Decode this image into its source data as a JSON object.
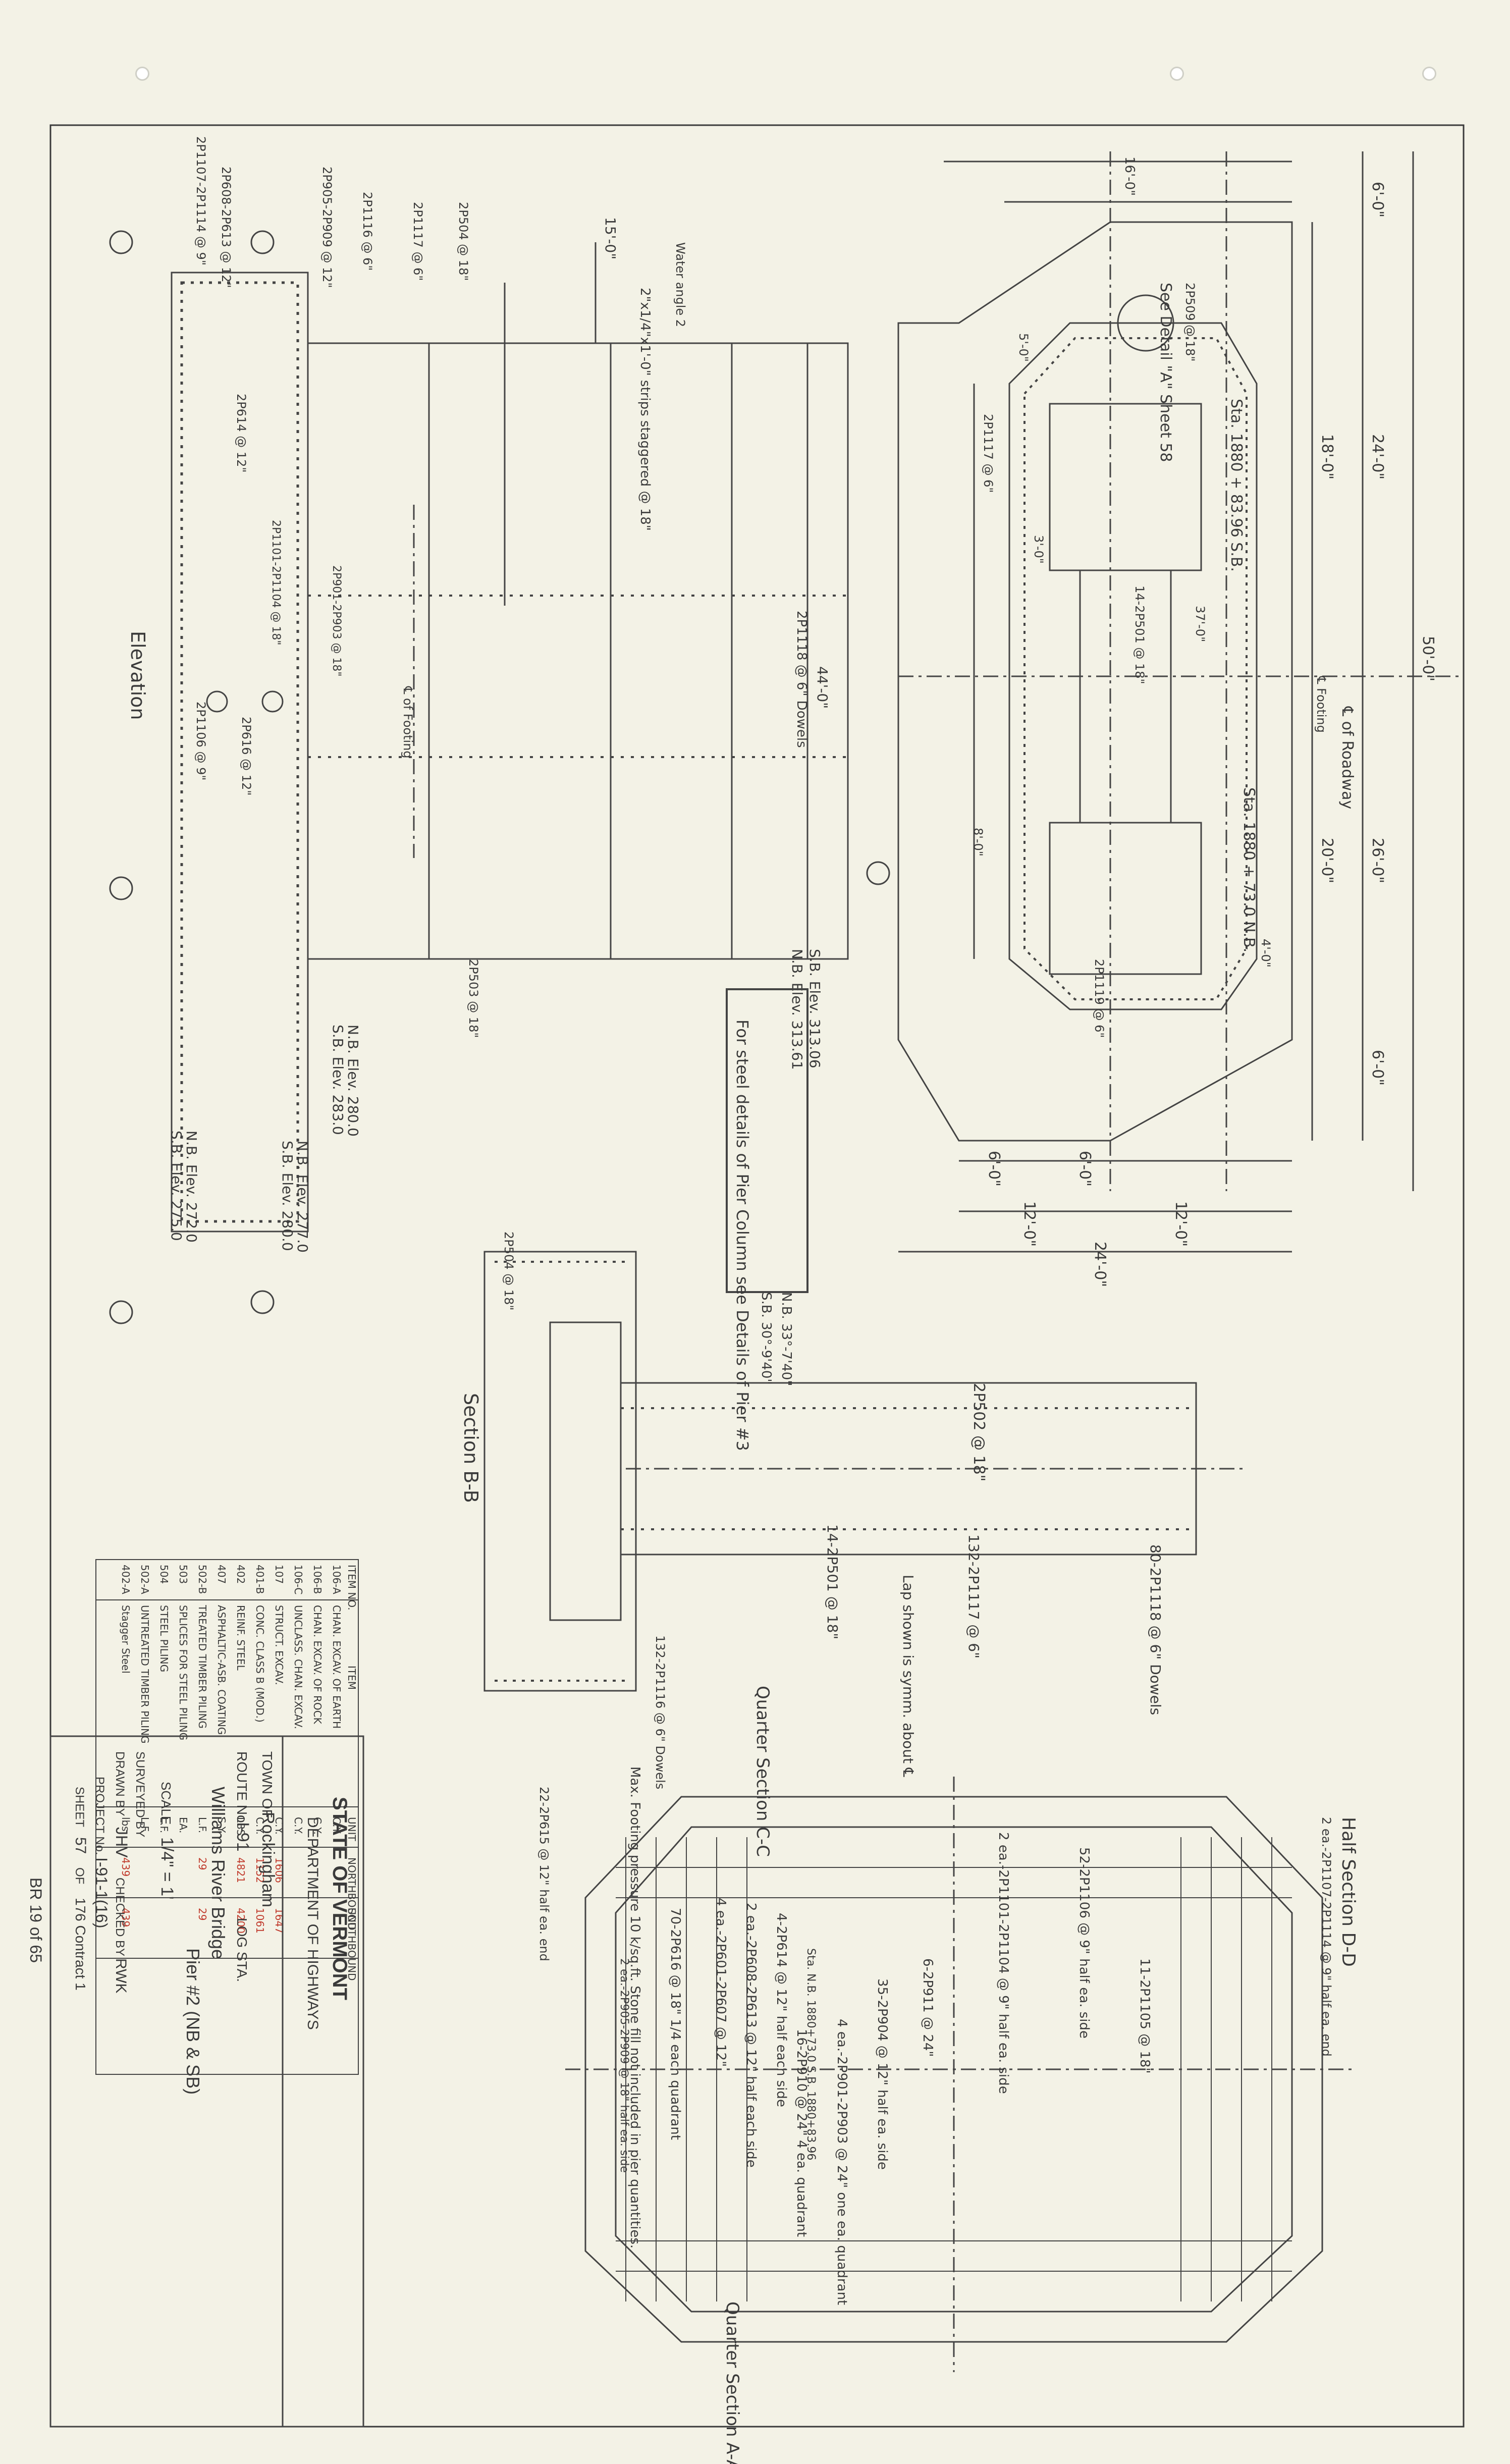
{
  "title_block": {
    "state": "STATE OF VERMONT",
    "department": "DEPARTMENT OF HIGHWAYS",
    "town_label": "TOWN OF",
    "town": "Rockingham",
    "route_label": "ROUTE No.",
    "route": "I-91",
    "log_sta_label": "LOG STA.",
    "bridge_name": "Williams River Bridge",
    "pier": "Pier #2 (NB & SB)",
    "scale_label": "SCALE",
    "scale": "1/4\" = 1'",
    "surveyed_by_label": "SURVEYED BY",
    "drawn_by_label": "DRAWN BY",
    "drawn_by": "JHV",
    "checked_by_label": "CHECKED BY",
    "checked_by": "RWK",
    "project_label": "PROJECT No.",
    "project": "I-91-1(16)",
    "sheet_label": "SHEET",
    "sheet": "57",
    "of_label": "OF",
    "of": "176 Contract 1",
    "note": "BR 19 of 65"
  },
  "quantity_table": {
    "headers": [
      "ITEM NO.",
      "ITEM",
      "UNIT"
    ],
    "rows": [
      [
        "106-A",
        "CHAN. EXCAV. OF EARTH",
        "C.Y."
      ],
      [
        "106-B",
        "CHAN. EXCAV. OF ROCK",
        "C.Y."
      ],
      [
        "106-C",
        "UNCLASS. CHAN. EXCAV.",
        "C.Y."
      ],
      [
        "107",
        "STRUCT. EXCAV.",
        "C.Y."
      ],
      [
        "401-B",
        "CONC. CLASS B (MOD.)",
        "C.Y."
      ],
      [
        "402",
        "REINF. STEEL",
        "LBS."
      ],
      [
        "407",
        "ASPHALTIC-ASB. COATING",
        "S.Y."
      ],
      [
        "502-B",
        "TREATED TIMBER PILING",
        "L.F."
      ],
      [
        "503",
        "SPLICES FOR STEEL PILING",
        "EA."
      ],
      [
        "504",
        "STEEL PILING",
        "L.F."
      ],
      [
        "502-A",
        "UNTREATED TIMBER PILING",
        "L.F."
      ],
      [
        "402-A",
        "Stagger Steel",
        "lbs."
      ]
    ],
    "col_heads": [
      "NORTHBOUND",
      "SOUTHBOUND"
    ],
    "values_nb": [
      "",
      "",
      "",
      "1606",
      "1152",
      "4821",
      "",
      "29",
      "",
      "",
      "",
      "439"
    ],
    "values_sb": [
      "",
      "",
      "",
      "1647",
      "1061",
      "4200",
      "",
      "29",
      "",
      "",
      "",
      "439"
    ]
  },
  "views": {
    "half_section": "Half Section D-D",
    "elevation": "Elevation",
    "section_bb": "Section B-B",
    "quarter_cc": "Quarter Section C-C",
    "quarter_aa": "Quarter Section A-A"
  },
  "dims": {
    "d16": "16'-0\"",
    "d15": "15'-0\"",
    "d50": "50'-0\"",
    "d24a": "24'-0\"",
    "d18": "18'-0\"",
    "d26": "26'-0\"",
    "d20": "20'-0\"",
    "d6a": "6'-0\"",
    "d6b": "6'-0\"",
    "d6c": "6'-0\"",
    "d6d": "6'-0\"",
    "d12a": "12'-0\"",
    "d12b": "12'-0\"",
    "d24b": "24'-0\"",
    "d44": "44'-0\"",
    "d37": "37'-0\"",
    "d5": "5'-0\"",
    "d3": "3'-0\"",
    "d4": "4'-0\"",
    "d8": "8'-0\""
  },
  "labels": {
    "see_detail": "See Detail \"A\" Sheet 58",
    "sta_sb": "Sta. 1880 + 83.96 S.B.",
    "sta_nb": "Sta. 1880 + 73.0 N.B.",
    "cl_roadway": "℄ of Roadway",
    "cl_footing": "℄ Footing",
    "steel_details": "For steel details of Pier Column see Details of Pier #3",
    "nb_elev_top": "N.B. Elev. 313.61",
    "sb_elev_top": "S.B. Elev. 313.06",
    "nb_elev_280": "N.B. Elev. 280.0",
    "sb_elev_283": "S.B. Elev. 283.0",
    "nb_elev_277": "N.B. Elev. 277.0",
    "sb_elev_280": "S.B. Elev. 280.0",
    "nb_elev_272": "N.B. Elev. 272.0",
    "sb_elev_275": "S.B. Elev. 275.0",
    "nb_angle": "N.B. 33°-7'40\"",
    "sb_angle": "S.B. 30°-9'40\"",
    "water_angle": "Water angle 2",
    "strips": "2\"x1/4\"x1'-0\" strips staggered @ 18\"",
    "dowels": "2P1118 @ 6\" Dowels",
    "cl_footing_el": "℄ of Footing",
    "max_pressure": "Max. Footing pressure 10 k/sq.ft. Stone fill not included in pier quantities.",
    "lap_note": "Lap shown is symm. about ℄",
    "bar_2p502": "2P502 @ 18\"",
    "bar_2p501": "14-2P501 @ 18\"",
    "bar_2p1117": "132-2P1117 @ 6\"",
    "bar_2p1118": "80-2P1118 @ 6\" Dowels",
    "bar_2p1116": "132-2P1116 @ 6\" Dowels",
    "bar_2p1107": "2 ea.-2P1107-2P1114 @ 9\" half ea. end",
    "bar_2p1106": "52-2P1106 @ 9\" half ea. side",
    "bar_2p1105": "11-2P1105 @ 18\"",
    "bar_2p1101": "2 ea.-2P1101-2P1104 @ 9\" half ea. side",
    "bar_2p911": "6-2P911 @ 24\"",
    "bar_2p904": "35-2P904 @ 12\" half ea. side",
    "bar_2p901": "4 ea.-2P901-2P903 @ 24\" one ea. quadrant",
    "bar_2p910": "16-2P910 @ 24\" 4 ea. quadrant",
    "bar_2p601": "4 ea.-2P601-2P607 @ 12\"",
    "bar_2p608": "2 ea.-2P608-2P613 @ 12\" half each side",
    "bar_2p614": "4-2P614 @ 12\" half each side",
    "bar_2p616": "70-2P616 @ 18\" 1/4 each quadrant",
    "bar_2p615": "22-2P615 @ 12\" half ea. end",
    "bar_2p905": "2 ea.-2P905-2P909 @ 18\" half ea. side",
    "sta_nb_aa": "Sta. N.B. 1880+73.0 S.B. 1880+83.96",
    "bar_2p509": "2P509 @ 18\"",
    "bar_2p1119": "2P1119 @ 6\"",
    "bar_2p1117b": "2P1117 @ 6\"",
    "bar_2p503": "2P503 @ 18\"",
    "bar_2p504": "2P504 @ 18\"",
    "bar_elev_1": "2P1107-2P1114 @ 9\"",
    "bar_elev_2": "2P608-2P613 @ 12\"",
    "bar_elev_3": "2P905-2P909 @ 12\"",
    "bar_elev_4": "2P1116 @ 6\"",
    "bar_elev_5": "2P1117 @ 6\"",
    "bar_elev_6": "2P504 @ 18\"",
    "bar_elev_7": "2P614 @ 12\"",
    "bar_elev_8": "2P1106 @ 9\"",
    "bar_elev_9": "2P616 @ 12\"",
    "bar_elev_10": "2P901-2P903 @ 18\"",
    "bar_elev_11": "2P1101-2P1104 @ 18\""
  },
  "colors": {
    "paper": "#f3f2e6",
    "ink": "#3a3a3a",
    "red_ink": "#c0392b"
  }
}
